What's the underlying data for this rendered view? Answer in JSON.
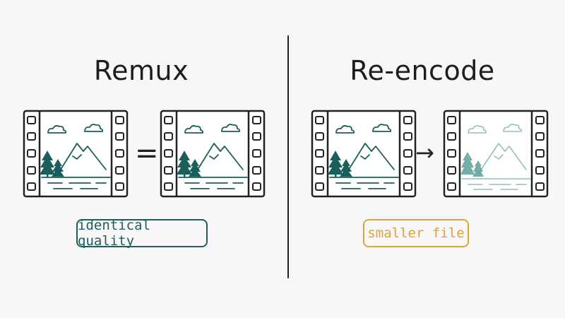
{
  "left_panel": {
    "title": "Remux",
    "operator": "=",
    "badge": "identical quality",
    "badge_color": "#1c5e5c"
  },
  "right_panel": {
    "title": "Re-encode",
    "operator": "→",
    "badge": "smaller file",
    "badge_color": "#d9a53b"
  },
  "icons": [
    "film-frame-icon",
    "mountain-icon",
    "cloud-icon",
    "pine-tree-icon",
    "water-icon"
  ],
  "colors": {
    "ink": "#222222",
    "teal": "#1c5e5c",
    "faded_teal": "#7fb5b0",
    "amber": "#d9a53b",
    "background": "#f8f6f6"
  }
}
